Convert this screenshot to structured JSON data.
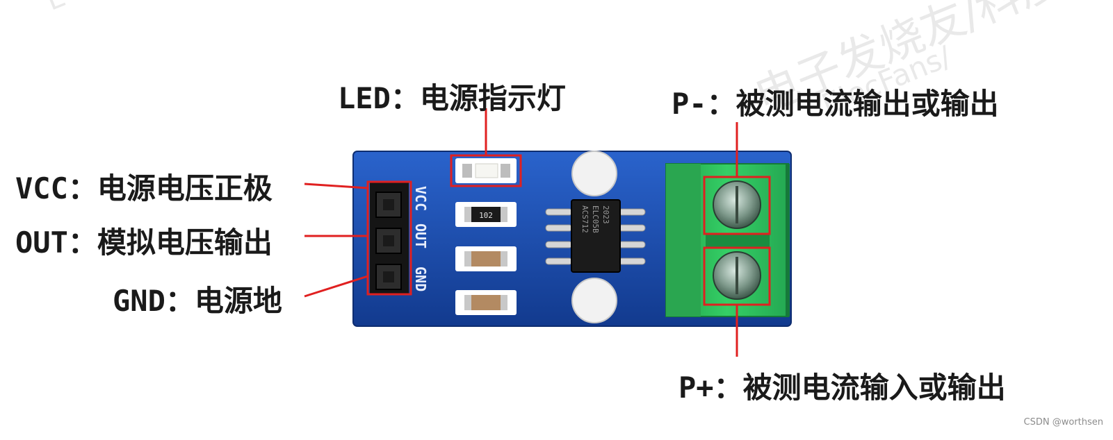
{
  "watermark": {
    "chinese": "电子发烧友/科彦",
    "english": "ElecFans/",
    "top_fragment": "E"
  },
  "labels": {
    "led": "LED：电源指示灯",
    "p_minus": "P-：被测电流输出或输出",
    "vcc": "VCC：电源电压正极",
    "out": "OUT：模拟电压输出",
    "gnd": "GND：电源地",
    "p_plus": "P+：被测电流输入或输出"
  },
  "board": {
    "pins": [
      "VCC",
      "OUT",
      "GND"
    ],
    "chip_marking": [
      "ACS712",
      "ELC05B",
      "2023"
    ],
    "resistor_code": "102",
    "colors": {
      "pcb": "#1d4fb3",
      "terminal": "#2ec25c",
      "annotation": "#e02020"
    }
  },
  "credit": "CSDN @worthsen"
}
